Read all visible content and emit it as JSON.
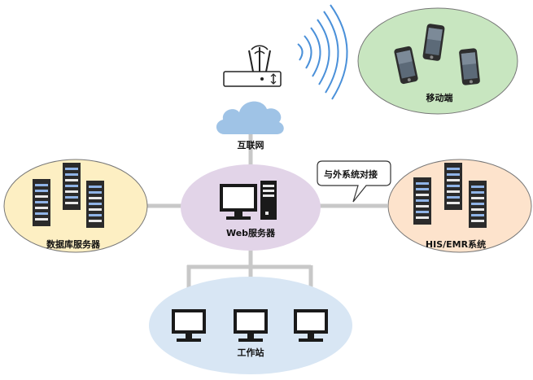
{
  "diagram": {
    "labels": {
      "mobile": "移动端",
      "internet": "互联网",
      "web_server": "Web服务器",
      "db_server": "数据库服务器",
      "his": "HIS/EMR系统",
      "workstation": "工作站"
    },
    "callout": "与外系统对接",
    "colors": {
      "mobile_fill": "#c8e6c0",
      "web_fill": "#e2d4e8",
      "db_fill": "#fdefc3",
      "his_fill": "#fde3cc",
      "ws_fill": "#d8e6f4",
      "link": "#c8c8c8",
      "signal": "#4a90d9",
      "cloud": "#9fc3e6"
    }
  }
}
